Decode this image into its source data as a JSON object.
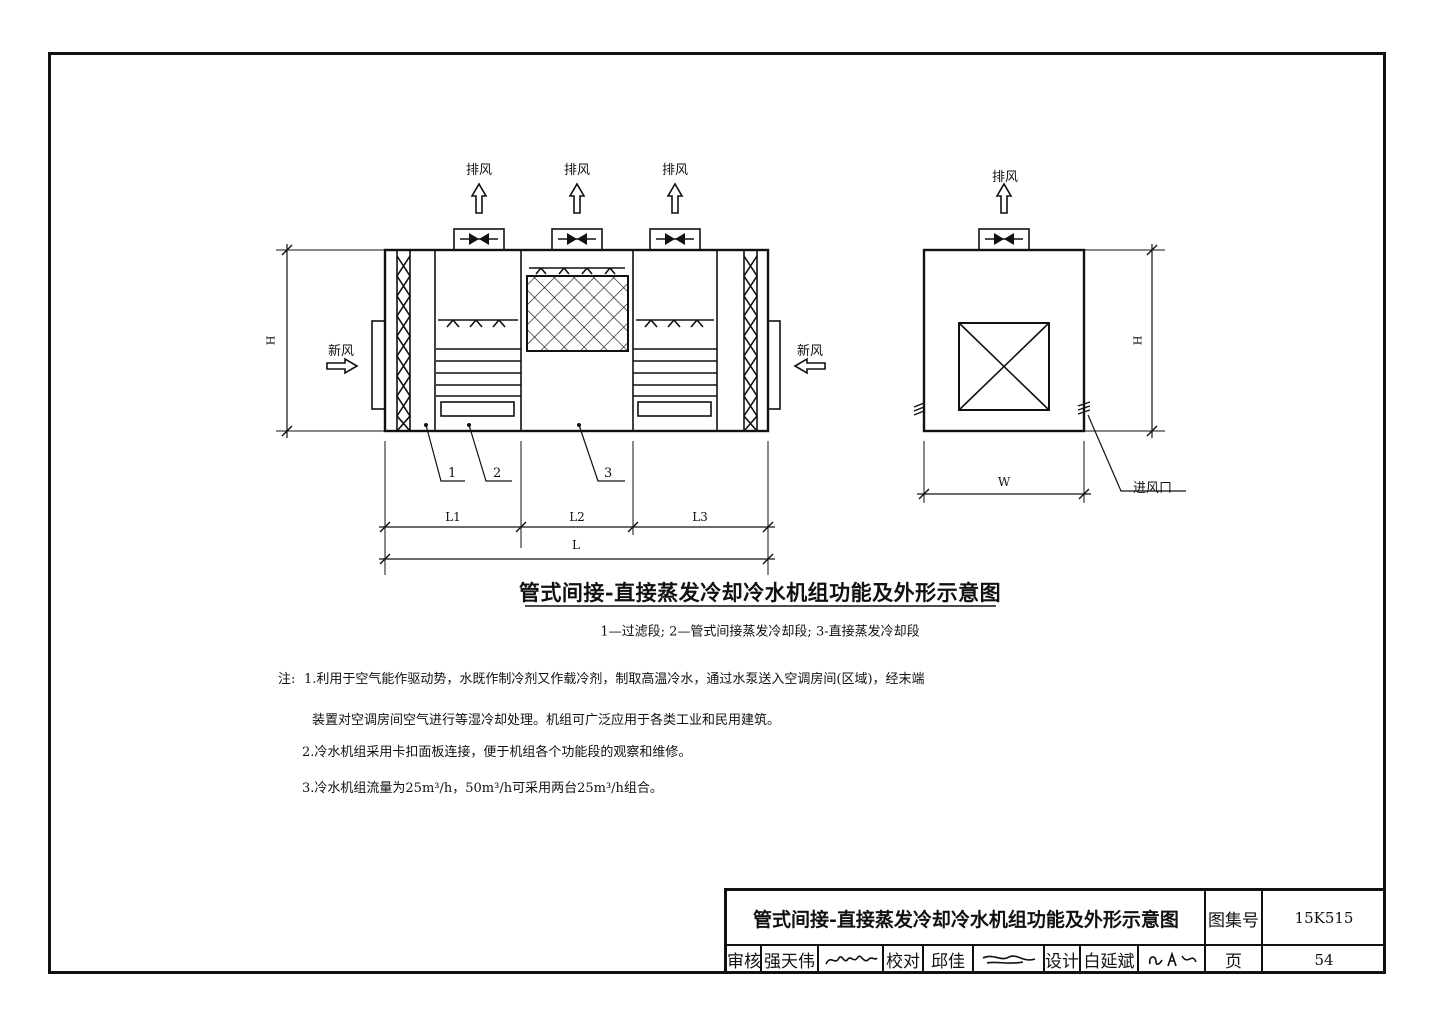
{
  "labels": {
    "exhaust": "排风",
    "fresh_air": "新风",
    "intake": "进风口",
    "dim_H": "H",
    "dim_W": "W",
    "dim_L": "L",
    "dim_L1": "L1",
    "dim_L2": "L2",
    "dim_L3": "L3",
    "callout_1": "1",
    "callout_2": "2",
    "callout_3": "3"
  },
  "title": "管式间接-直接蒸发冷却冷水机组功能及外形示意图",
  "legend": "1—过滤段; 2—管式间接蒸发冷却段; 3-直接蒸发冷却段",
  "notes": {
    "prefix": "注:",
    "lines": [
      "1.利用于空气能作驱动势，水既作制冷剂又作载冷剂，制取高温冷水，通过水泵送入空调房间(区域)，经末端",
      "装置对空调房间空气进行等湿冷却处理。机组可广泛应用于各类工业和民用建筑。",
      "2.冷水机组采用卡扣面板连接，便于机组各个功能段的观察和维修。",
      "3.冷水机组流量为25m³/h，50m³/h可采用两台25m³/h组合。"
    ]
  },
  "title_block": {
    "title": "管式间接-直接蒸发冷却冷水机组功能及外形示意图",
    "atlas_label": "图集号",
    "atlas_value": "15K515",
    "review_label": "审核",
    "review_name": "强天伟",
    "review_sig": "强天伟",
    "check_label": "校对",
    "check_name": "邱佳",
    "check_sig": "邱佳",
    "design_label": "设计",
    "design_name": "白延斌",
    "design_sig": "白延斌",
    "page_label": "页",
    "page_value": "54"
  }
}
